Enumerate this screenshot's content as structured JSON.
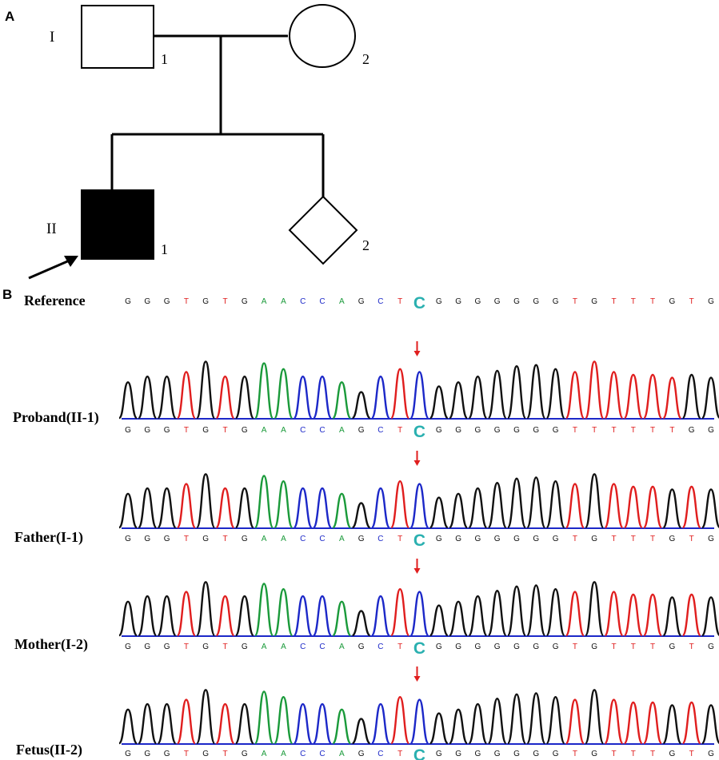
{
  "colors": {
    "A": "#1a9a3a",
    "C": "#1c28c8",
    "G": "#111111",
    "T": "#e01e1e",
    "highlight": "#2ab0b0",
    "arrow": "#e01e1e"
  },
  "panel_a": {
    "letter": "A",
    "generation_labels": [
      "I",
      "II"
    ],
    "individuals": [
      {
        "generation": "I",
        "number": "1",
        "sex": "male",
        "affected": false
      },
      {
        "generation": "I",
        "number": "2",
        "sex": "female",
        "affected": false
      },
      {
        "generation": "II",
        "number": "1",
        "sex": "male",
        "affected": true,
        "proband": true
      },
      {
        "generation": "II",
        "number": "2",
        "sex": "unknown",
        "affected": false
      }
    ]
  },
  "panel_b": {
    "letter": "B",
    "highlight_index": 15,
    "reference": {
      "label": "Reference",
      "seq": "GGGTGTGAACCAGCTCGGGGGGGTGTTTGTG"
    },
    "tracks": [
      {
        "label": "Proband(II-1)",
        "seq": "GGGTGTGAACCAGCTCGGGGGGGTTTTTTGG"
      },
      {
        "label": "Father(I-1)",
        "seq": "GGGTGTGAACCAGCTCGGGGGGGTGTTTGTG"
      },
      {
        "label": "Mother(I-2)",
        "seq": "GGGTGTGAACCAGCTCGGGGGGGTGTTTGTG"
      },
      {
        "label": "Fetus(II-2)",
        "seq": "GGGTGTGAACCAGCTCGGGGGGGTGTTTGTG"
      }
    ]
  }
}
